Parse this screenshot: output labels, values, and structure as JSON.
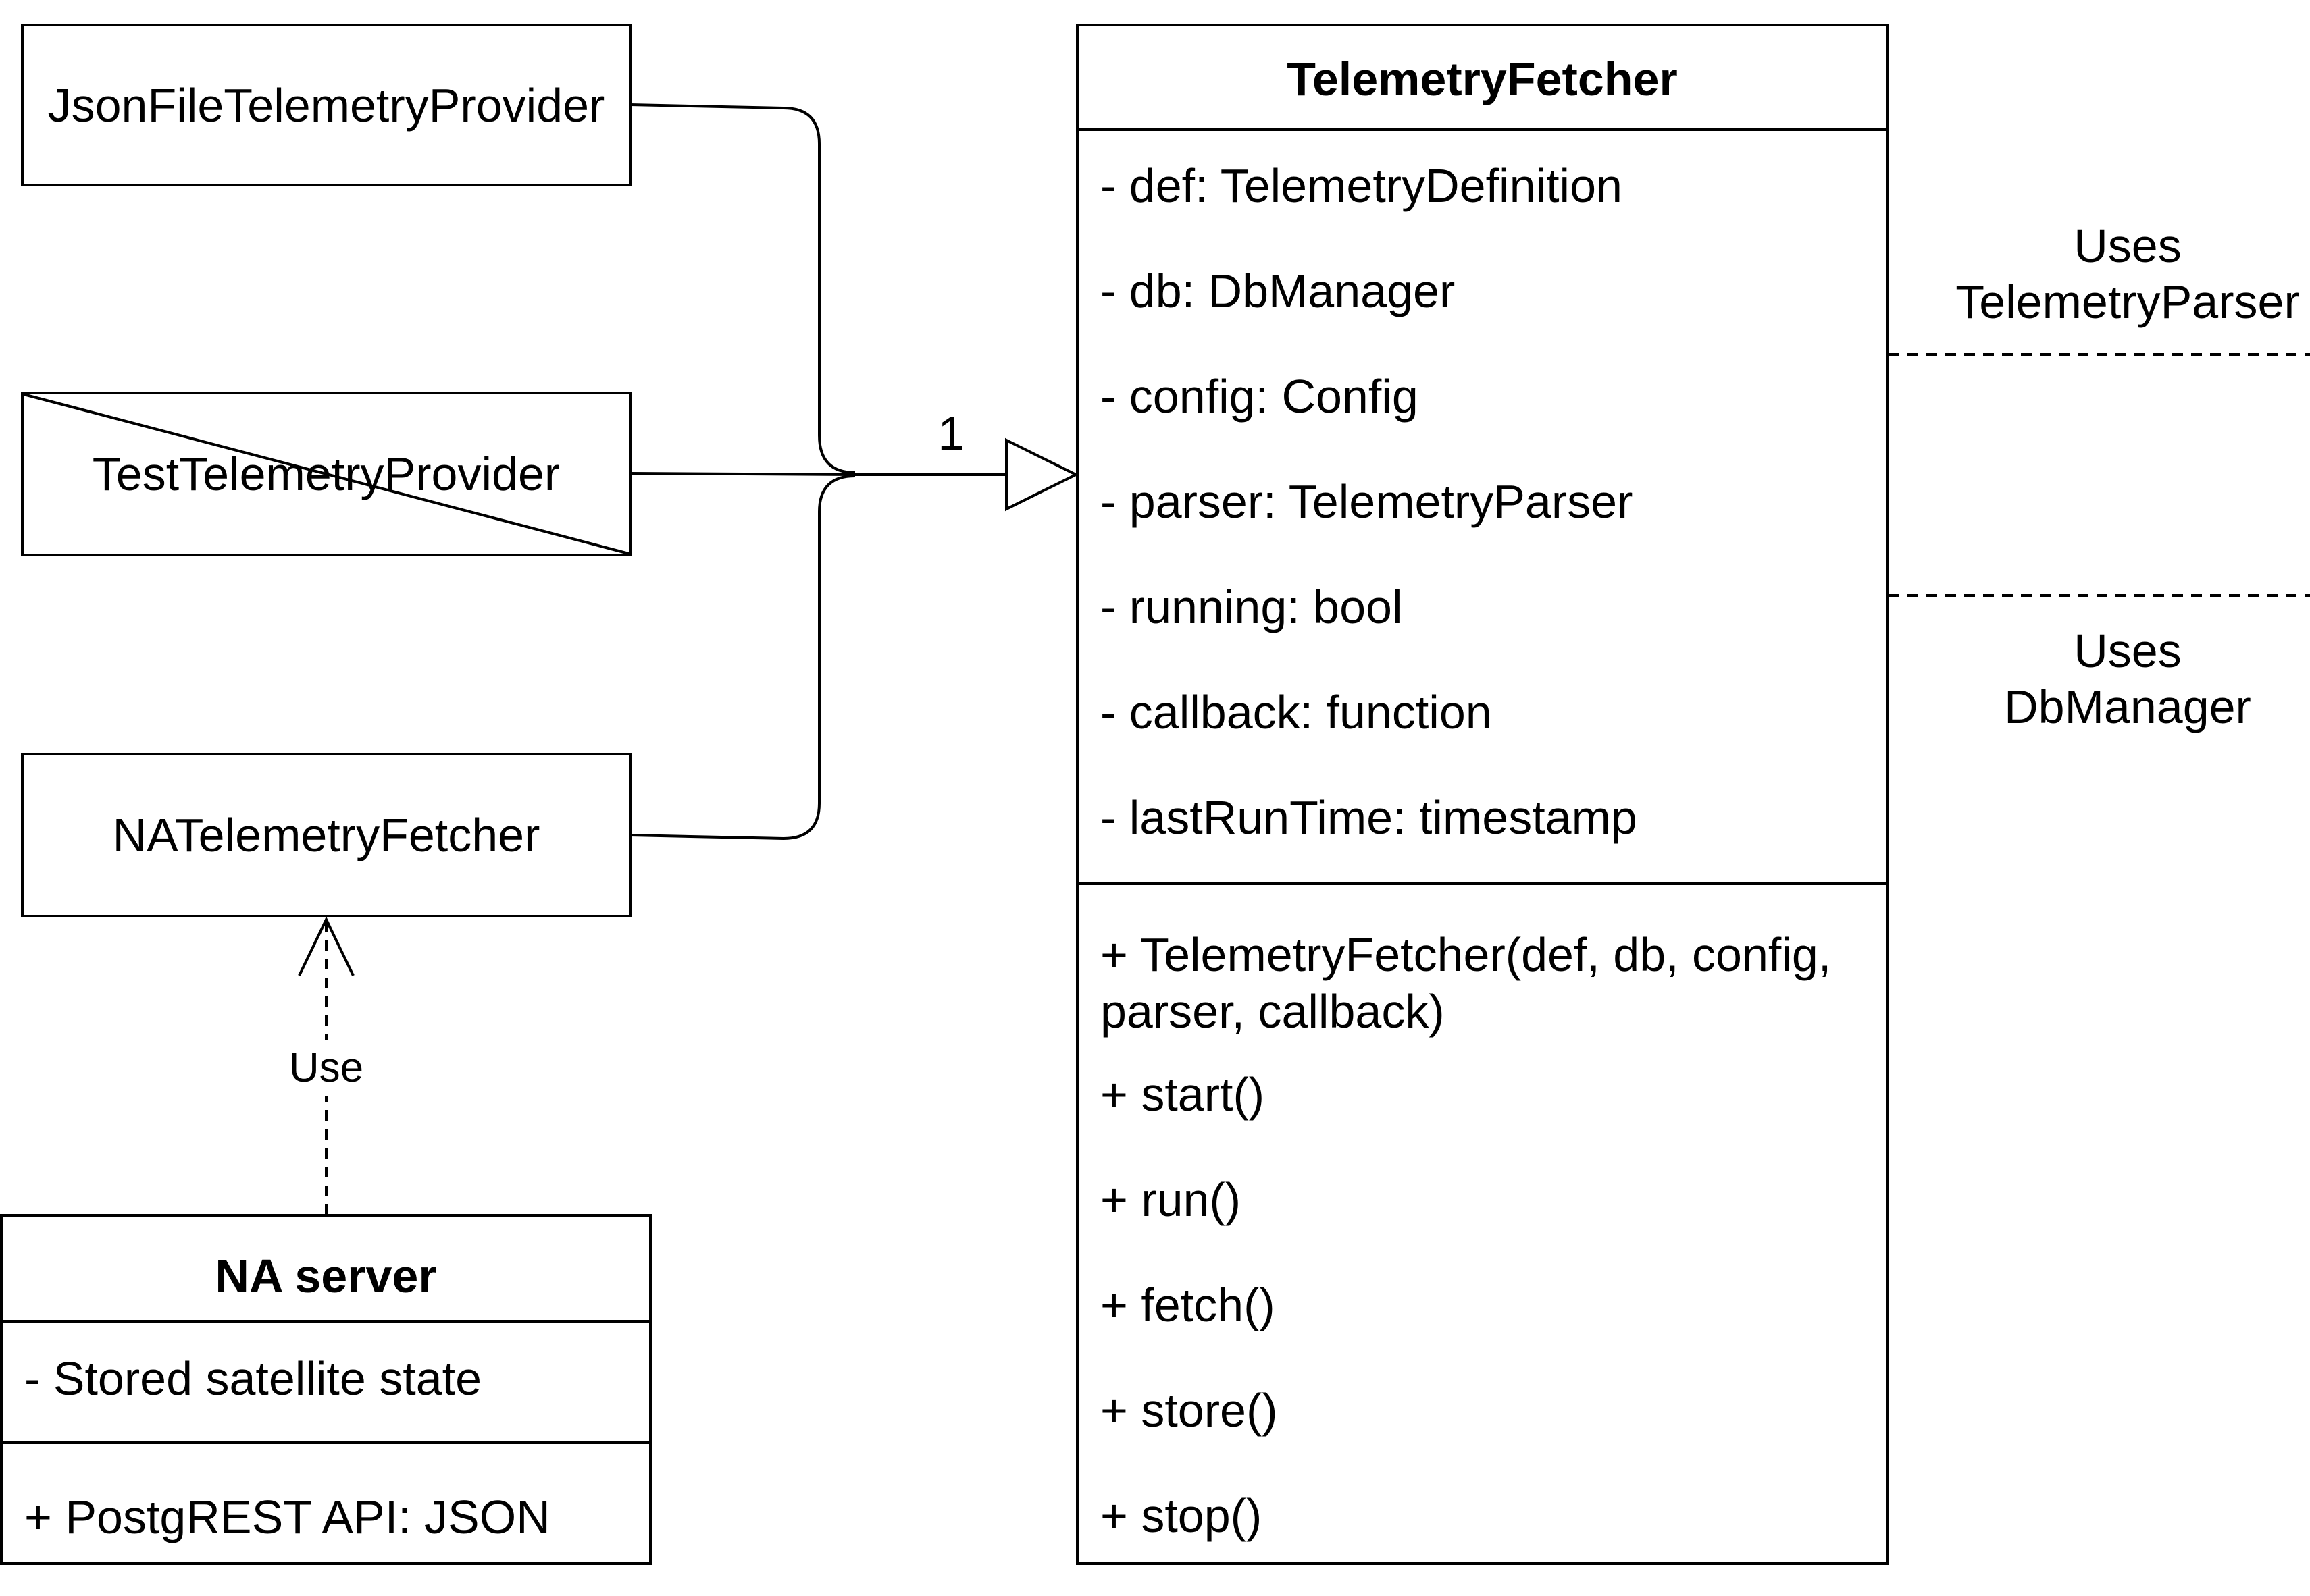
{
  "diagram": {
    "providers": {
      "json_file": "JsonFileTelemetryProvider",
      "test": "TestTelemetryProvider",
      "na_fetcher": "NATelemetryFetcher"
    },
    "fetcher": {
      "title": "TelemetryFetcher",
      "attributes": [
        "- def: TelemetryDefinition",
        "- db: DbManager",
        "- config: Config",
        "- parser: TelemetryParser",
        "- running: bool",
        "- callback: function",
        "- lastRunTime: timestamp"
      ],
      "methods": [
        "+ TelemetryFetcher(def, db, config, parser, callback)",
        "+ start()",
        "+ run()",
        "+ fetch()",
        "+ store()",
        "+ stop()"
      ]
    },
    "na_server": {
      "title": "NA server",
      "attribute": "- Stored satellite state",
      "method": "+ PostgREST API: JSON"
    },
    "edge_labels": {
      "multiplicity": "1",
      "use": "Use",
      "uses_parser_1": "Uses",
      "uses_parser_2": "TelemetryParser",
      "uses_db_1": "Uses",
      "uses_db_2": "DbManager"
    }
  }
}
